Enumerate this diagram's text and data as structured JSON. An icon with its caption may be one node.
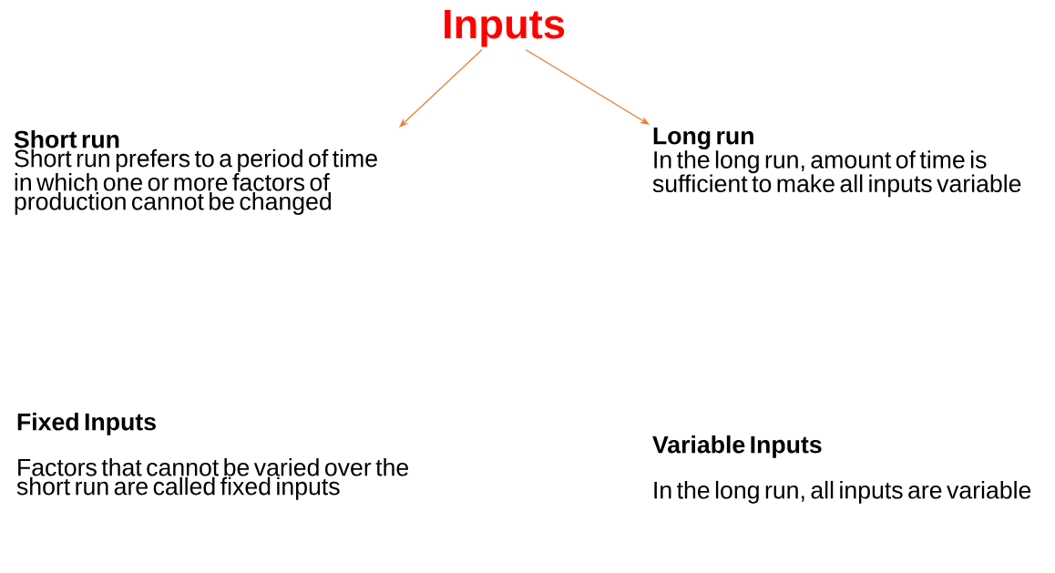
{
  "diagram": {
    "nodes": [
      {
        "text": [
          "Inputs"
        ]
      },
      {
        "text": [
          "Short run",
          "Short run prefers to a period of time in which one or more factors of production cannot be changed"
        ]
      },
      {
        "text": [
          "Long run",
          "In the long run, amount of time is sufficient to make all inputs variable"
        ]
      }
    ],
    "edges": [
      {
        "from": 0,
        "to": 1,
        "arrow": "to"
      },
      {
        "from": 0,
        "to": 2,
        "arrow": "to"
      }
    ],
    "labels": [
      "Fixed Inputs",
      "Factors that cannot be varied over the short run are called fixed inputs",
      "Variable Inputs",
      "In the long run, all inputs are variable"
    ]
  }
}
